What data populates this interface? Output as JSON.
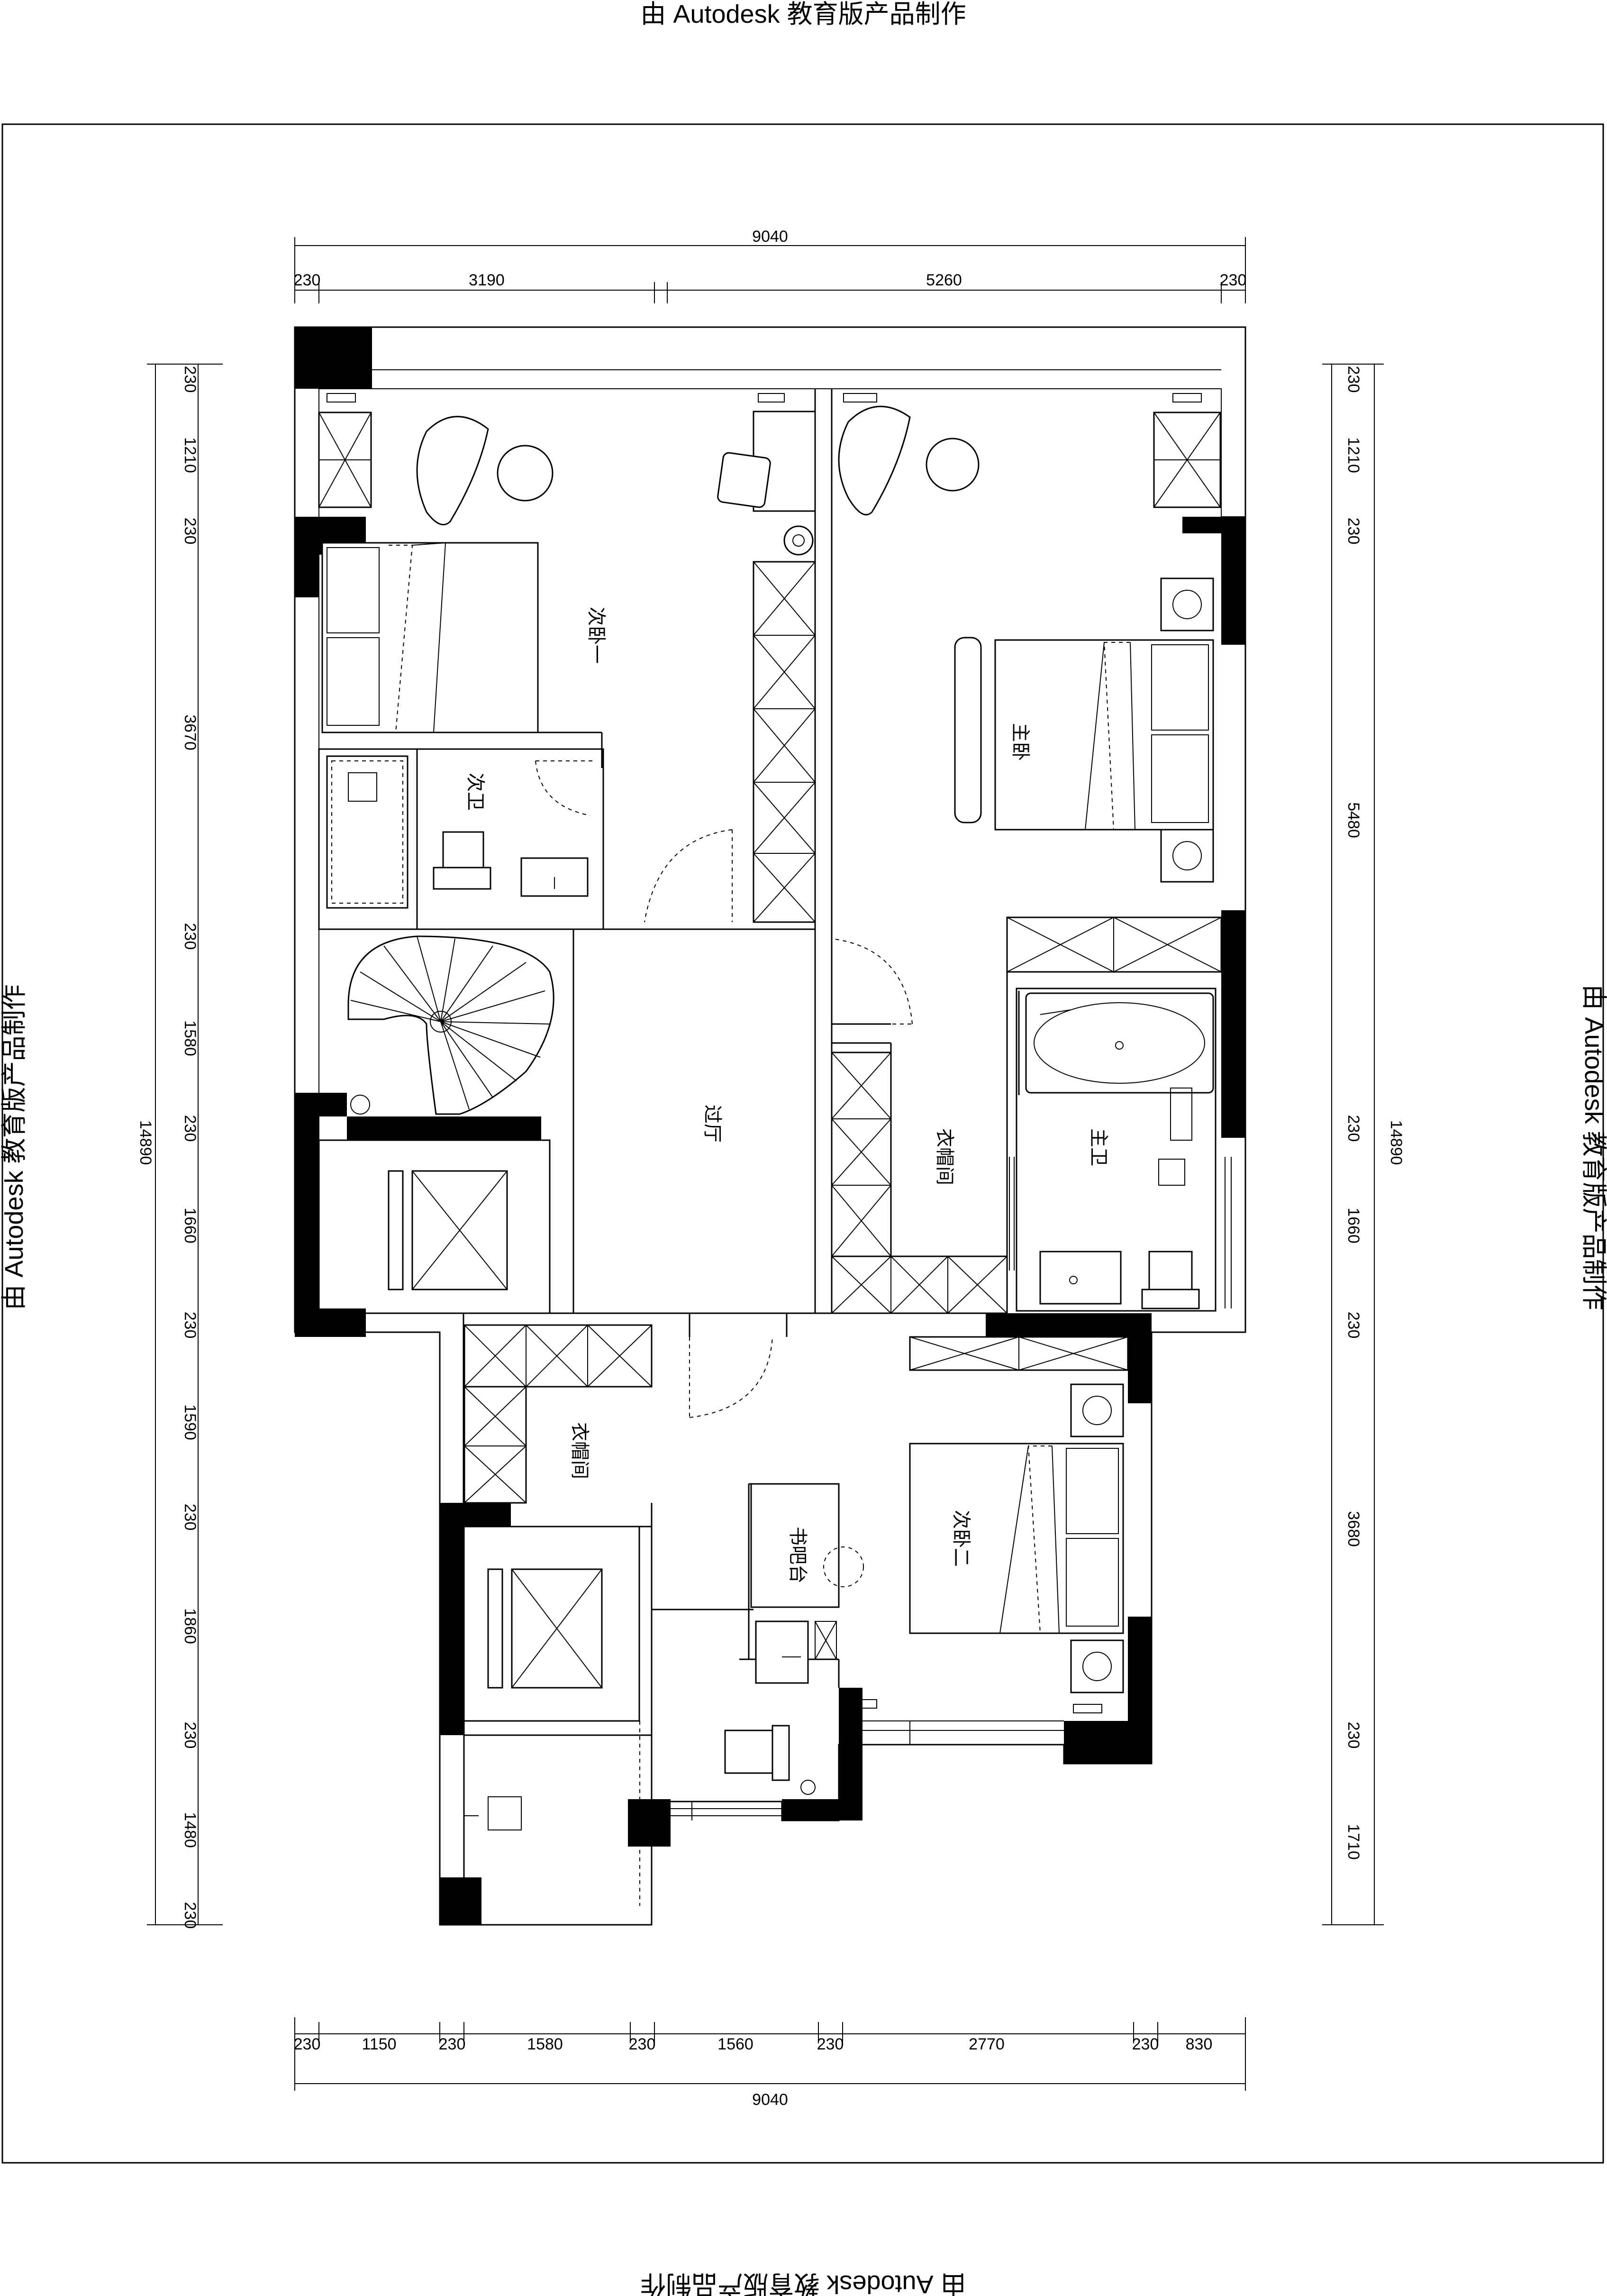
{
  "watermark": "由 Autodesk 教育版产品制作",
  "dimensions": {
    "top_total": "9040",
    "top_segments": [
      "230",
      "3190",
      "5260",
      "230"
    ],
    "bottom_total": "9040",
    "bottom_segments": [
      "230",
      "1150",
      "230",
      "1580",
      "230",
      "1560",
      "230",
      "2770",
      "230",
      "830"
    ],
    "left_total": "14890",
    "left_segments": [
      "230",
      "1210",
      "230",
      "3670",
      "230",
      "1580",
      "230",
      "1660",
      "230",
      "1590",
      "230",
      "1860",
      "230",
      "1480",
      "230"
    ],
    "right_total": "14890",
    "right_segments": [
      "230",
      "1210",
      "230",
      "5480",
      "230",
      "1660",
      "230",
      "3680",
      "230",
      "1710"
    ]
  },
  "rooms": {
    "bedroom_one": "次卧一",
    "bathroom_two": "次卫",
    "master_bedroom": "主卧",
    "hall": "过厅",
    "closet_upper": "衣帽间",
    "master_bath": "主卫",
    "closet_lower": "衣帽间",
    "bar_counter": "书吧台",
    "bedroom_two": "次卧二"
  }
}
